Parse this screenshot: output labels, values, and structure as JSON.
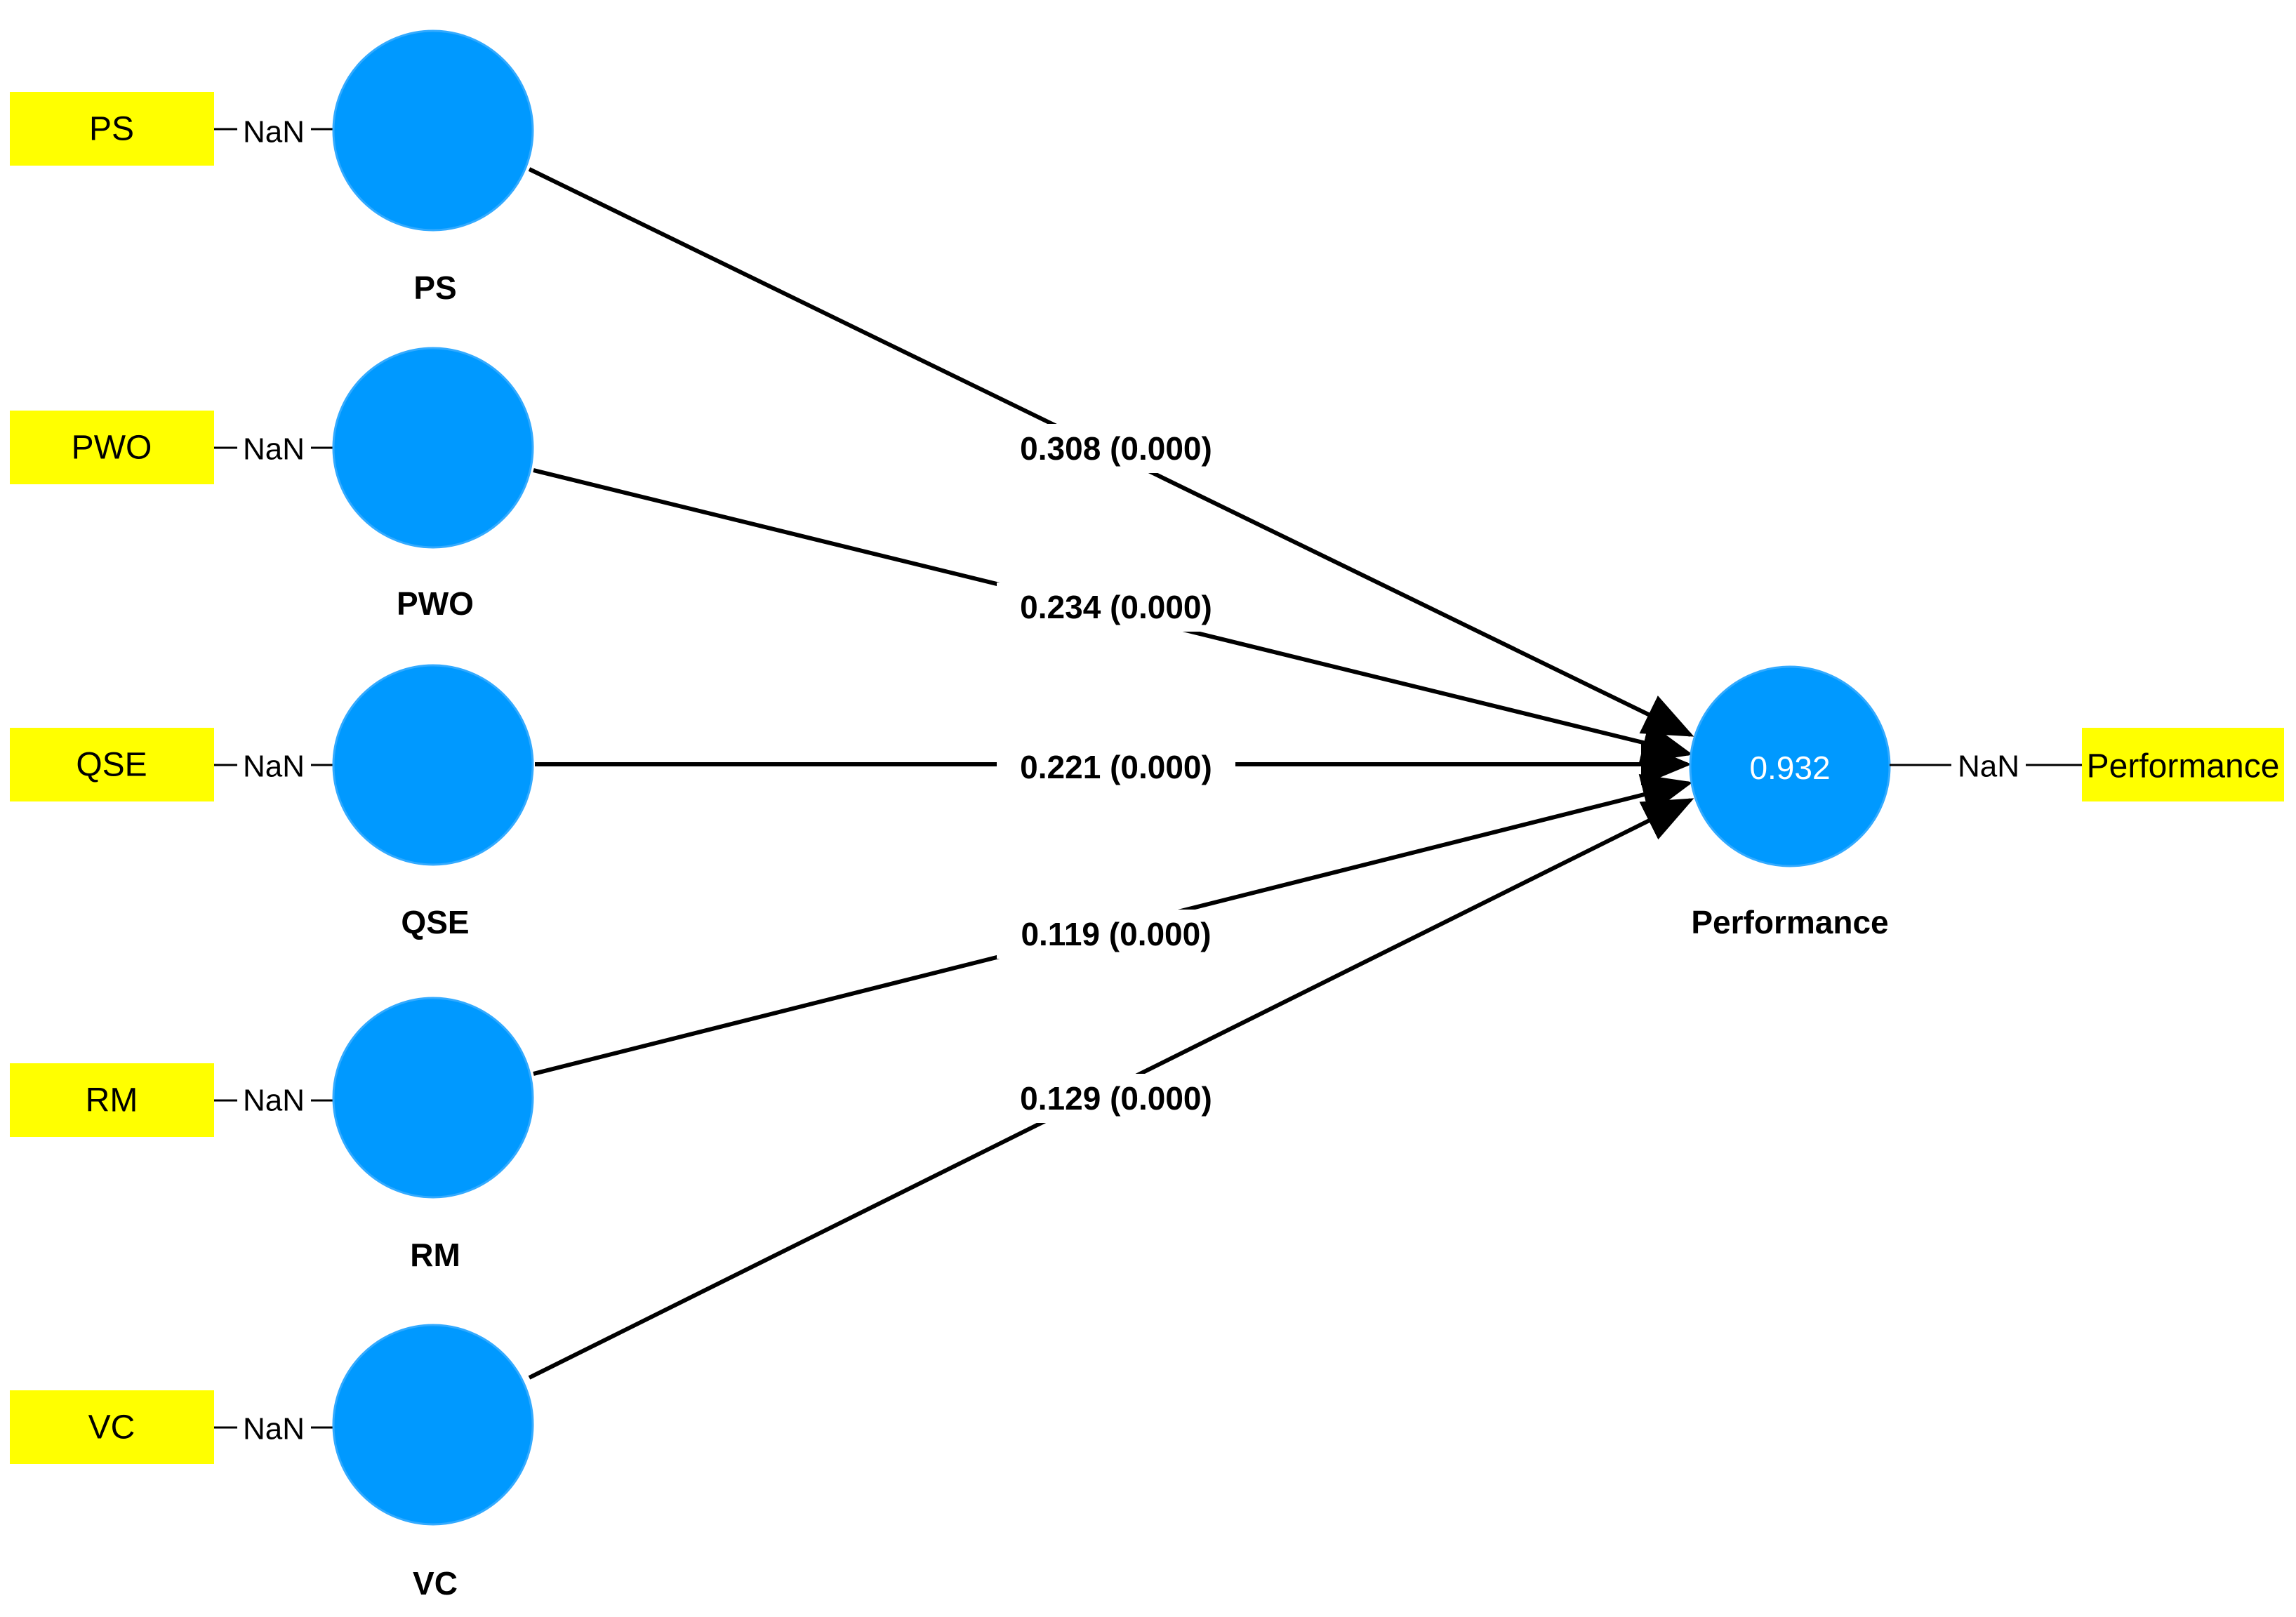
{
  "exogenous_constructs": [
    {
      "name": "PS",
      "indicator": "PS",
      "loading": "NaN",
      "path": {
        "label": "0.308 (0.000)"
      }
    },
    {
      "name": "PWO",
      "indicator": "PWO",
      "loading": "NaN",
      "path": {
        "label": "0.234 (0.000)"
      }
    },
    {
      "name": "QSE",
      "indicator": "QSE",
      "loading": "NaN",
      "path": {
        "label": "0.221 (0.000)"
      }
    },
    {
      "name": "RM",
      "indicator": "RM",
      "loading": "NaN",
      "path": {
        "label": "0.119 (0.000)"
      }
    },
    {
      "name": "VC",
      "indicator": "VC",
      "loading": "NaN",
      "path": {
        "label": "0.129 (0.000)"
      }
    }
  ],
  "endogenous_construct": {
    "name": "Performance",
    "r_squared": "0.932",
    "indicator": "Performance",
    "loading": "NaN"
  },
  "colors": {
    "construct_fill": "#0099FF",
    "indicator_fill": "#FFFF00",
    "line": "#000000",
    "background": "#FFFFFF"
  }
}
